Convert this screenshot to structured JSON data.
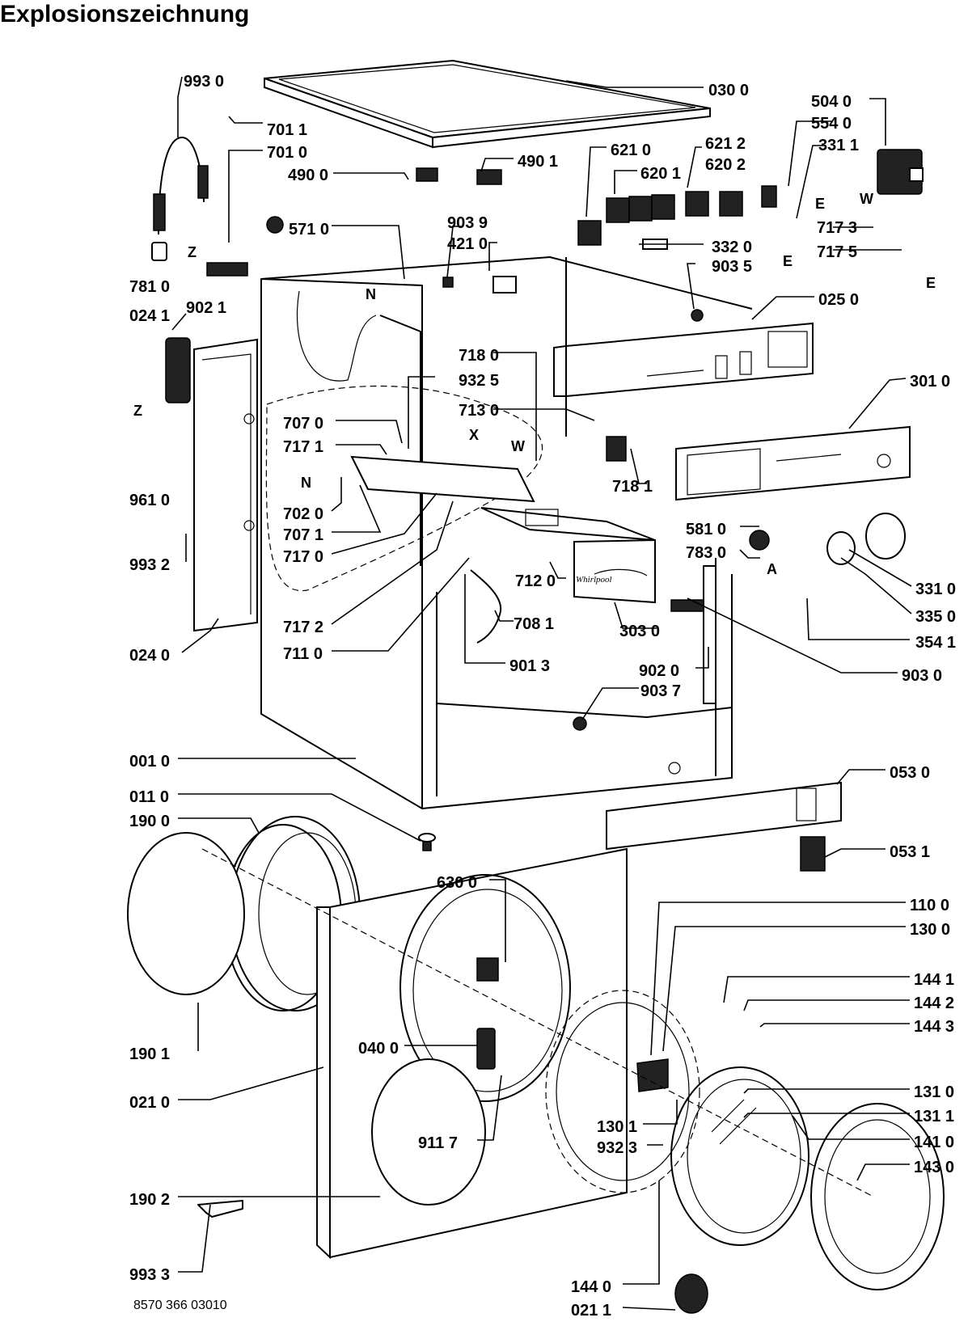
{
  "title": "Explosionszeichnung",
  "document_number": "8570 366 03010",
  "labels": {
    "p9930": "993 0",
    "p7011": "701 1",
    "p7010": "701 0",
    "p4900": "490 0",
    "p0300": "030 0",
    "p4901": "490 1",
    "p6210": "621 0",
    "p6212": "621 2",
    "p6201": "620 1",
    "p6202": "620 2",
    "p5040": "504 0",
    "p5540": "554 0",
    "p3311": "331 1",
    "p7173": "717 3",
    "p7175": "717 5",
    "p5710": "571 0",
    "p9039": "903 9",
    "p4210": "421 0",
    "p3320": "332 0",
    "p9035": "903 5",
    "p7810": "781 0",
    "p9021": "902 1",
    "p0241": "024 1",
    "p0250": "025 0",
    "p7180": "718 0",
    "p9325": "932 5",
    "p7130": "713 0",
    "p3010": "301 0",
    "p7070": "707 0",
    "p7171": "717 1",
    "p7181": "718 1",
    "p9610": "961 0",
    "p7020": "702 0",
    "p7071": "707 1",
    "p7170": "717 0",
    "p5810": "581 0",
    "p7830": "783 0",
    "p3310": "331 0",
    "p3350": "335 0",
    "p9932": "993 2",
    "p7120": "712 0",
    "p7081": "708 1",
    "p3030": "303 0",
    "p3541": "354 1",
    "p7172": "717 2",
    "p7110": "711 0",
    "p9013": "901 3",
    "p9020": "902 0",
    "p9030": "903 0",
    "p0240": "024 0",
    "p9037": "903 7",
    "p0010": "001 0",
    "p0530": "053 0",
    "p0110": "011 0",
    "p1900": "190 0",
    "p0531": "053 1",
    "p6300": "630 0",
    "p1100": "110 0",
    "p1300": "130 0",
    "p1441": "144 1",
    "p1442": "144 2",
    "p1443": "144 3",
    "p1901": "190 1",
    "p0400": "040 0",
    "p1310": "131 0",
    "p1311": "131 1",
    "p0210": "021 0",
    "p1410": "141 0",
    "p1301": "130 1",
    "p9117": "911 7",
    "p9323": "932 3",
    "p1430": "143 0",
    "p1902": "190 2",
    "p9933": "993 3",
    "p1440": "144 0",
    "p0211": "021 1"
  },
  "markers": {
    "z1": "Z",
    "z2": "Z",
    "n1": "N",
    "n2": "N",
    "x": "X",
    "w1": "W",
    "w2": "W",
    "e1": "E",
    "e2": "E",
    "e3": "E",
    "a": "A"
  },
  "brand_logo": "Whirlpool"
}
